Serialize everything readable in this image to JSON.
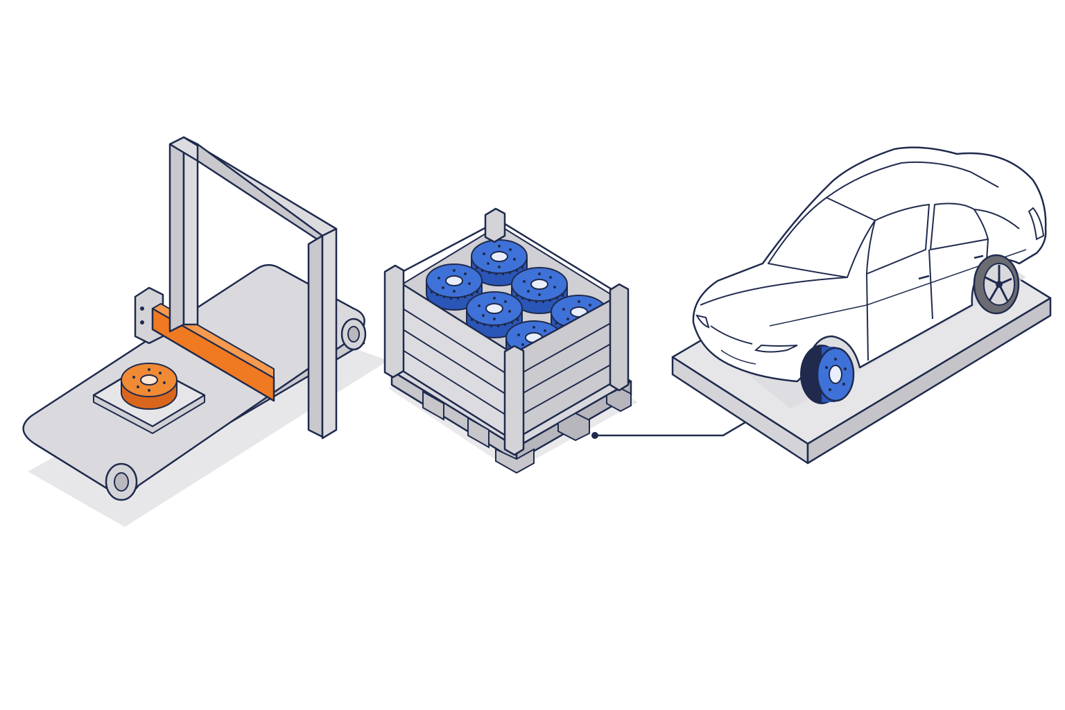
{
  "diagram": {
    "stages": [
      {
        "id": "conveyor-inspection",
        "part_color": "orange"
      },
      {
        "id": "crate-of-rotors",
        "part_color": "blue",
        "rotor_count": 6
      },
      {
        "id": "vehicle-installation",
        "part_color": "blue"
      }
    ],
    "colors": {
      "outline": "#1f2a4d",
      "metal_light": "#dcdce0",
      "metal_mid": "#c8c8cd",
      "metal_dark": "#b4b4ba",
      "shadow": "#e6e6e8",
      "accent_orange": "#f07a22",
      "rotor_orange": "#f08a34",
      "rotor_blue": "#3f72d8",
      "rotor_blue_dark": "#2a56b8",
      "car_body": "#ffffff",
      "platform": "#e4e4e6"
    }
  }
}
